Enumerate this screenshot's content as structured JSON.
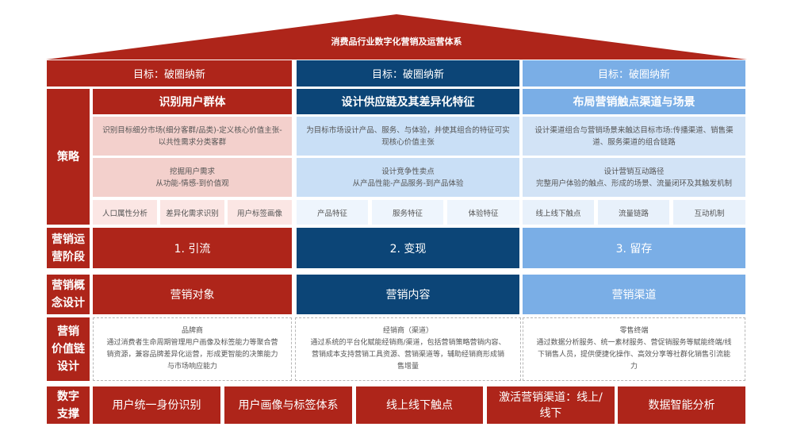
{
  "title": "消费品行业数字化营销及运营体系",
  "colors": {
    "red": "#ae251a",
    "navy": "#0c4577",
    "sky": "#7aaee6"
  },
  "goals": [
    "目标：破圈纳新",
    "目标：破圈纳新",
    "目标：破圈纳新"
  ],
  "row_labels": {
    "strategy": "策略",
    "stage": "营销运\n营阶段",
    "concept": "营销概\n念设计",
    "value_chain": "营销\n价值链\n设计",
    "digital": "数字\n支撑"
  },
  "strategy": [
    {
      "heading": "识别用户群体",
      "desc1": "识别目标细分市场(细分客群/品类)-定义核心价值主张-\n以共性需求分类客群",
      "desc2": "挖掘用户需求\n从功能-情感-到价值观",
      "chips": [
        "人口属性分析",
        "差异化需求识别",
        "用户标签画像"
      ]
    },
    {
      "heading": "设计供应链及其差异化特征",
      "desc1": "为目标市场设计产品、服务、与体验，并使其组合的特征可实\n现核心价值主张",
      "desc2": "设计竞争性卖点\n从产品性能-产品服务-到产品体验",
      "chips": [
        "产品特征",
        "服务特征",
        "体验特征"
      ]
    },
    {
      "heading": "布局营销触点渠道与场景",
      "desc1": "设计渠道组合与营销场景来触达目标市场:传播渠道、销售渠\n道、服务渠道的组合链路",
      "desc2": "设计营销互动路径\n完整用户体验的触点、形成的场景、流量闭环及其触发机制",
      "chips": [
        "线上线下触点",
        "流量链路",
        "互动机制"
      ]
    }
  ],
  "stages": [
    "1. 引流",
    "2. 变现",
    "3. 留存"
  ],
  "concepts": [
    "营销对象",
    "营销内容",
    "营销渠道"
  ],
  "value_chain": [
    {
      "title": "品牌商",
      "text": "通过消费者生命周期管理用户画像及标签能力等聚合营\n销资源，兼容品牌差异化运营，形成更智能的决策能力\n与市场响应能力"
    },
    {
      "title": "经销商（渠道）",
      "text": "通过系统的平台化赋能经销商/渠道，包括营销策略营销内容、\n营销成本支持营销工具资源、营销渠道等，辅助经销商形成销\n售增量"
    },
    {
      "title": "零售终端",
      "text": "通过数据分析服务、统一素材服务、营促销服务等赋能终端/线\n下销售人员，提供便捷化操作、高效分享等社群化销售引流能\n力"
    }
  ],
  "digital": [
    "用户统一身份识别",
    "用户画像与标签体系",
    "线上线下触点",
    "激活营销渠道：线上/\n线下",
    "数据智能分析"
  ]
}
